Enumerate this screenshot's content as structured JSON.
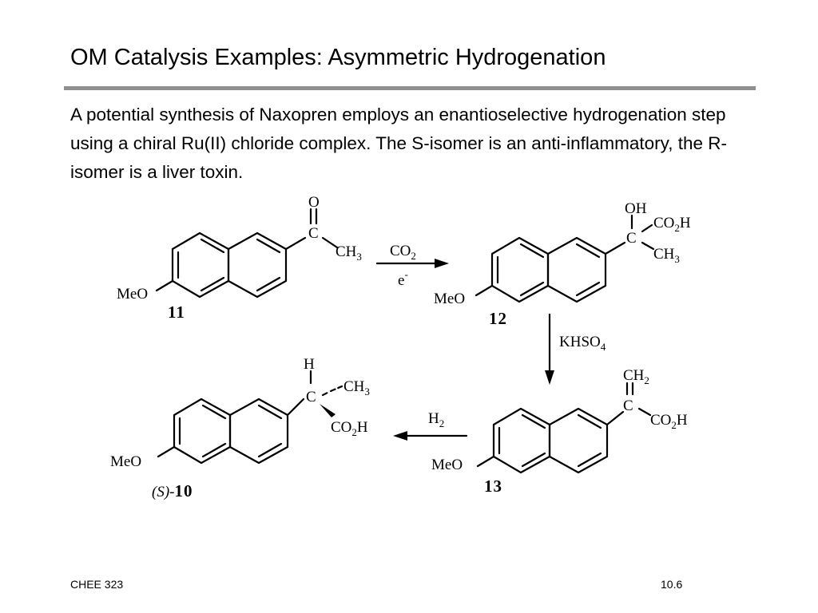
{
  "slide": {
    "title": "OM Catalysis Examples: Asymmetric Hydrogenation",
    "body": "A potential synthesis of Naxopren employs an enantioselective hydrogenation step using a chiral Ru(II) chloride complex.  The S-isomer is an anti-inflammatory, the R-isomer is a liver toxin.",
    "rule_color": "#8e8e8e"
  },
  "scheme": {
    "compound_11": {
      "number": "11",
      "oxygen": "O",
      "carbon": "C",
      "ch3": "CH",
      "ch3_sub": "3",
      "meo": "MeO"
    },
    "arrow_11_12": {
      "reagent": "CO",
      "reagent_sub": "2",
      "condition": "e",
      "condition_sup": "-"
    },
    "compound_12": {
      "number": "12",
      "oh": "OH",
      "carbon": "C",
      "co2h_a": "CO",
      "co2h_sub": "2",
      "co2h_b": "H",
      "ch3": "CH",
      "ch3_sub": "3",
      "meo": "MeO"
    },
    "arrow_12_13": {
      "reagent": "KHSO",
      "reagent_sub": "4"
    },
    "compound_13": {
      "number": "13",
      "ch2": "CH",
      "ch2_sub": "2",
      "carbon": "C",
      "co2h_a": "CO",
      "co2h_sub": "2",
      "co2h_b": "H",
      "meo": "MeO"
    },
    "arrow_13_10": {
      "reagent": "H",
      "reagent_sub": "2"
    },
    "compound_10": {
      "stereo": "(S)-",
      "number": "10",
      "h": "H",
      "carbon": "C",
      "ch3": "CH",
      "ch3_sub": "3",
      "co2h_a": "CO",
      "co2h_sub": "2",
      "co2h_b": "H",
      "meo": "MeO"
    }
  },
  "footer": {
    "course": "CHEE 323",
    "page": "10.6"
  }
}
